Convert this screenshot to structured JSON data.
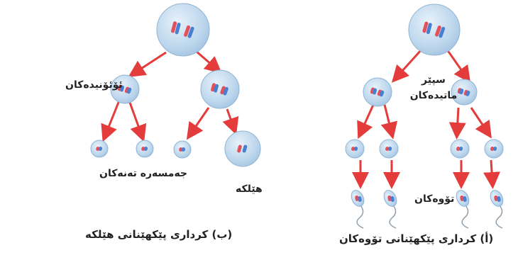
{
  "colors": {
    "cell_fill": "#bcd6ec",
    "cell_edge": "#8fb4d4",
    "arrow": "#e43b3b",
    "chrom_red": "#e4505a",
    "chrom_blue": "#4a7fd0",
    "text": "#222222"
  },
  "labels": {
    "oogonia": "ئۆئۆنیدەکان",
    "spermatids": "سپێر ماتیدەکان",
    "polar_bodies": "جەمسەرە تەنەکان",
    "egg": "هێلکە",
    "sperm": "تۆوەکان"
  },
  "captions": {
    "left": "(ب) کرداری پێکهێنانی هێلکە",
    "right": "(أ) کرداری پێکهێنانی تۆوەکان"
  }
}
